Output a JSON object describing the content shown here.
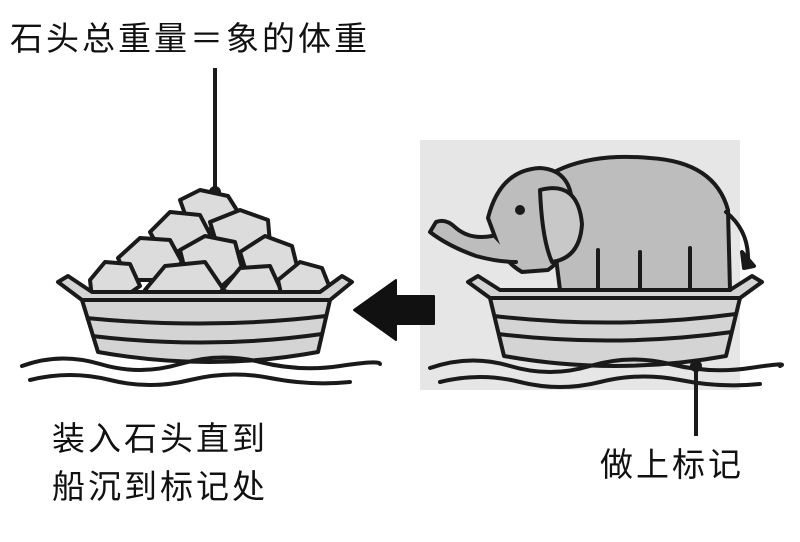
{
  "top_label": "石头总重量＝象的体重",
  "left_caption": [
    "装入石头直到",
    "船沉到标记处"
  ],
  "right_label": "做上标记",
  "colors": {
    "outline": "#1a1a1a",
    "boat_fill": "#d4d4d4",
    "elephant_fill": "#bdbdbd",
    "stone_fill": "#dcdcdc",
    "shade_fill": "#cfcfcf"
  },
  "icons": {
    "arrow": "left-arrow-icon",
    "boat": "boat-icon",
    "elephant": "elephant-icon",
    "stones": "stone-pile-icon"
  }
}
